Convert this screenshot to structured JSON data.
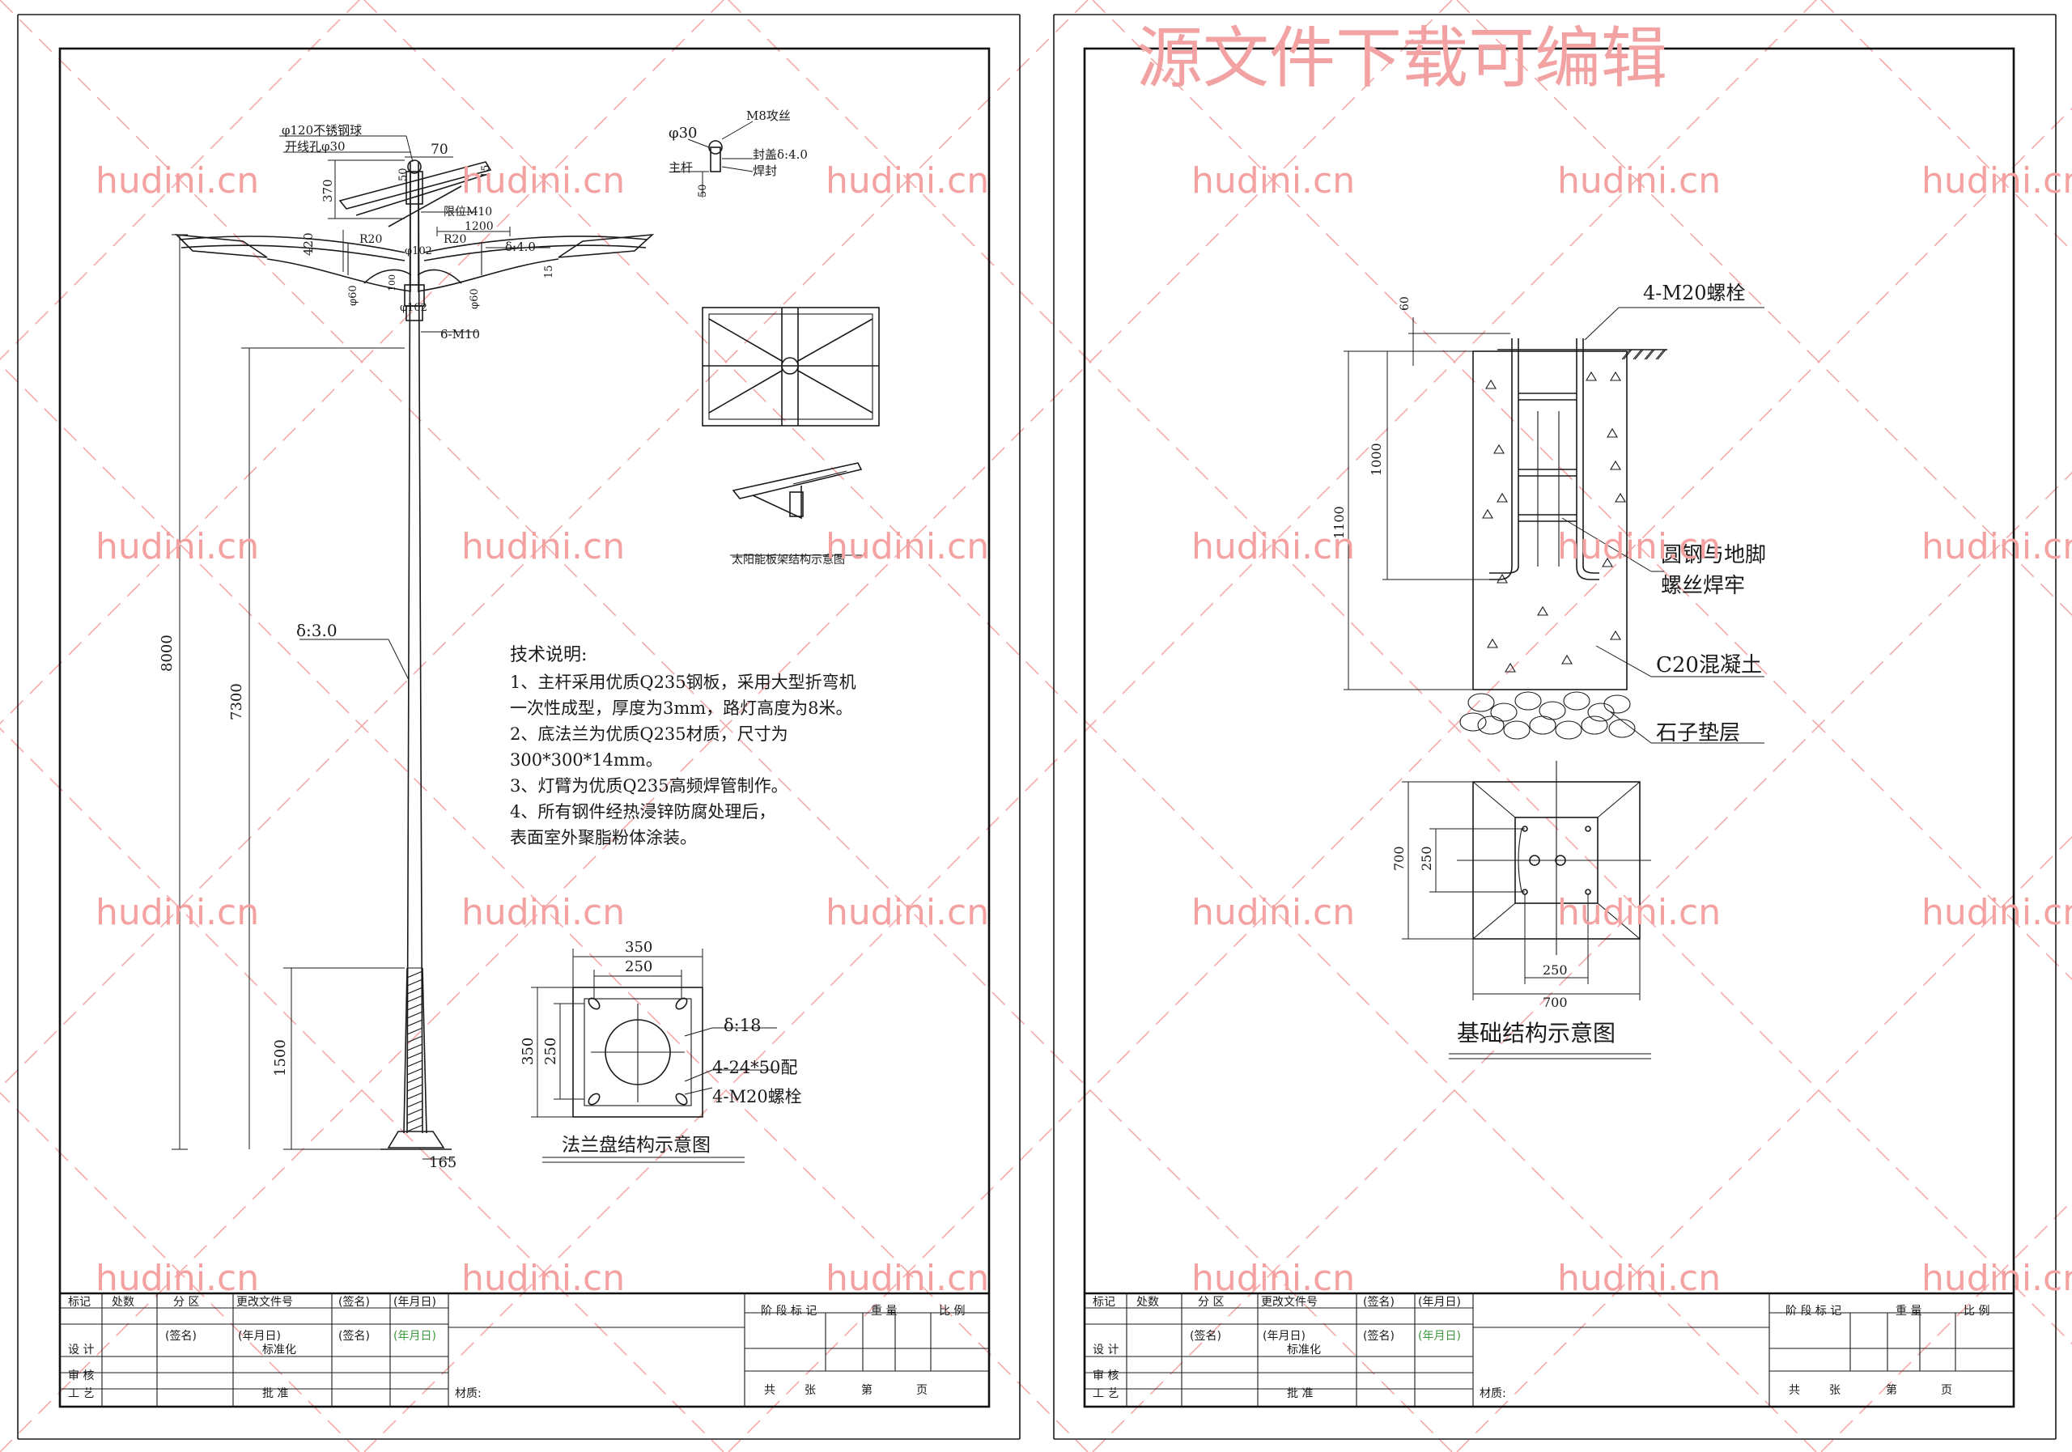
{
  "watermark": {
    "text": "hudini.cn",
    "headline": "源文件下载可编辑"
  },
  "pole": {
    "ball_label": "φ120不锈钢球",
    "hole_label": "开线孔φ30",
    "top_dim": "70",
    "dim_50": "50",
    "dim_370": "370",
    "dim_15": "15",
    "limit_label": "限位M10",
    "dim_1200": "1200",
    "r20_left": "R20",
    "r20_right": "R20",
    "phi102": "φ102",
    "dim_420": "420",
    "delta_arm": "δ:4.0",
    "dim_15b": "15",
    "phi60_left": "φ60",
    "phi60_right": "φ60",
    "dim_100": "100",
    "phi102b": "φ102",
    "bolt_label": "6-M10",
    "shaft_thickness": "δ:3.0",
    "height_8000": "8000",
    "height_7300": "7300",
    "height_1500": "1500",
    "base_165": "165"
  },
  "detail": {
    "phi30": "φ30",
    "m8": "M8攻丝",
    "seal": "封盖δ:4.0",
    "weld": "焊封",
    "main_pole": "主杆",
    "dim_50": "50",
    "panel_caption": "太阳能板架结构示意图"
  },
  "notes": {
    "title": "技术说明:",
    "lines": [
      "1、主杆采用优质Q235钢板，采用大型折弯机",
      "一次性成型，厚度为3mm，路灯高度为8米。",
      "2、底法兰为优质Q235材质，尺寸为",
      "300*300*14mm。",
      "3、灯臂为优质Q235高频焊管制作。",
      "4、所有钢件经热浸锌防腐处理后，",
      "表面室外聚脂粉体涂装。"
    ]
  },
  "flange": {
    "dim_350_top": "350",
    "dim_250_top": "250",
    "dim_350_side": "350",
    "dim_250_side": "250",
    "thickness": "δ:18",
    "slot": "4-24*50配",
    "bolts": "4-M20螺栓",
    "caption": "法兰盘结构示意图"
  },
  "foundation": {
    "bolt_label": "4-M20螺栓",
    "dim_60": "60",
    "dim_1000": "1000",
    "dim_1100": "1100",
    "weld_line1": "圆钢与地脚",
    "weld_line2": "螺丝焊牢",
    "concrete": "C20混凝土",
    "gravel": "石子垫层",
    "plan_700_side": "700",
    "plan_250_side": "250",
    "plan_250_bottom": "250",
    "plan_700_bottom": "700",
    "caption": "基础结构示意图"
  },
  "title_block": {
    "mark": "标记",
    "count": "处数",
    "zone": "分 区",
    "change_doc": "更改文件号",
    "sign": "(签名)",
    "date": "(年月日)",
    "design": "设 计",
    "standard": "标准化",
    "review": "审 核",
    "process": "工 艺",
    "approve": "批 准",
    "material": "材质:",
    "stage_mark": "阶 段 标 记",
    "weight": "重 量",
    "scale": "比 例",
    "total": "共",
    "sheets": "张",
    "page": "第",
    "page_suffix": "页"
  }
}
